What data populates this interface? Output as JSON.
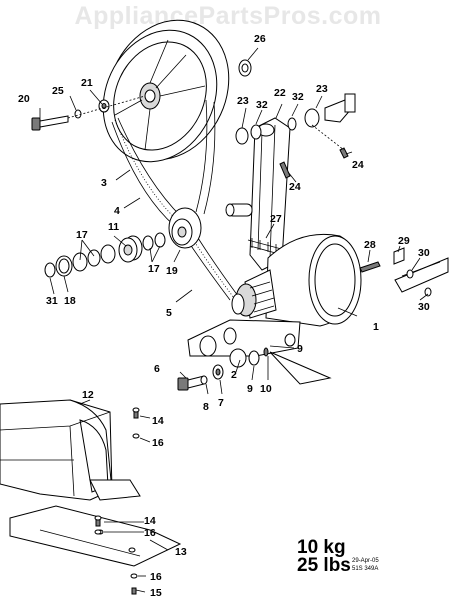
{
  "watermark": "AppliancePartsPros.com",
  "weight_kg": "10 kg",
  "weight_lbs": "25 lbs",
  "date": "29-Apr-05",
  "drawing_code": "51S 349A",
  "callouts": [
    "1",
    "2",
    "3",
    "4",
    "5",
    "6",
    "7",
    "8",
    "9",
    "9",
    "10",
    "11",
    "12",
    "13",
    "14",
    "14",
    "15",
    "16",
    "16",
    "16",
    "17",
    "17",
    "18",
    "19",
    "20",
    "21",
    "22",
    "23",
    "23",
    "24",
    "24",
    "25",
    "26",
    "27",
    "28",
    "29",
    "30",
    "30",
    "31",
    "32",
    "32"
  ]
}
